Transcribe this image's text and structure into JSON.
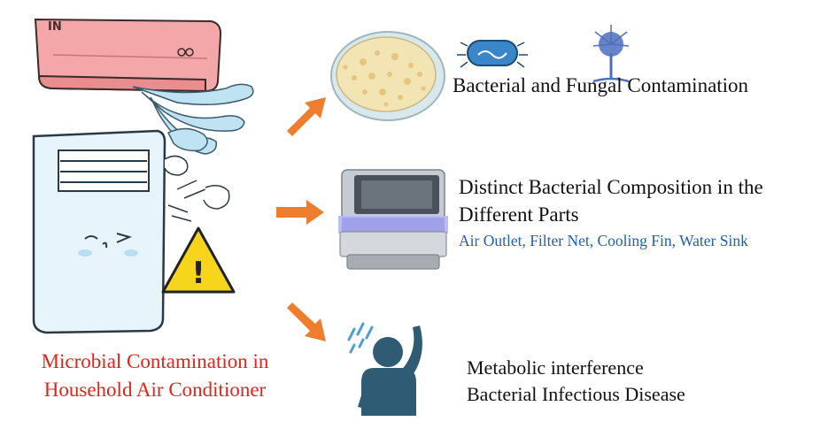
{
  "unit_label": "IN",
  "warning_mark": "!",
  "caption": {
    "line1": "Microbial Contamination in",
    "line2": "Household Air Conditioner"
  },
  "outcomes": [
    {
      "line1": "Bacterial and Fungal Contamination"
    },
    {
      "line1": "Distinct Bacterial Composition in the",
      "line2": "Different Parts",
      "detail": "Air Outlet, Filter Net, Cooling Fin, Water Sink"
    },
    {
      "line1": "Metabolic interference",
      "line2": "Bacterial Infectious Disease"
    }
  ],
  "icons": [
    "wall-air-conditioner-icon",
    "airflow-icon",
    "standing-air-conditioner-icon",
    "warning-icon",
    "arrow-right-icon",
    "petri-dish-icon",
    "bacterium-icon",
    "fungus-icon",
    "ac-unit-cutaway-icon",
    "sweating-person-icon"
  ],
  "colors": {
    "caption": "#e0241b",
    "detail": "#1f5fb4",
    "arrow": "#ef7d2e",
    "warning": "#f7d51d",
    "wall_unit": "#f4a7a9",
    "person": "#2f5b75"
  }
}
